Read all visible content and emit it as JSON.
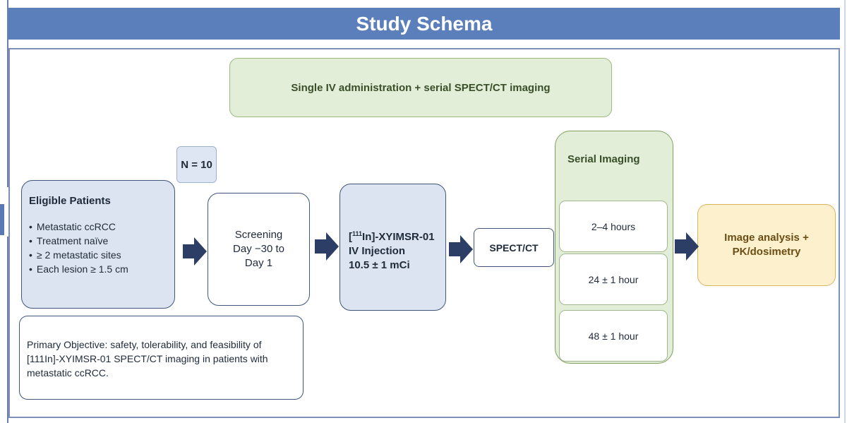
{
  "header": {
    "title": "Study Schema"
  },
  "banner": {
    "text": "Single IV administration + serial SPECT/CT imaging"
  },
  "n_label": "N = 10",
  "eligible": {
    "title": "Eligible Patients",
    "items": [
      "Metastatic ccRCC",
      "Treatment naïve",
      "≥ 2 metastatic sites",
      "Each lesion ≥ 1.5 cm"
    ]
  },
  "screening": {
    "text": "Screening\nDay −30 to\nDay 1"
  },
  "injection": {
    "sup": "111",
    "line1_rest": "In]-XYIMSR-01",
    "line2": "IV Injection",
    "line3": "10.5 ± 1 mCi"
  },
  "spect": "SPECT/CT",
  "serial": {
    "title": "Serial Imaging",
    "timepoints": [
      "2–4 hours",
      "24 ± 1 hour",
      "48 ± 1 hour"
    ]
  },
  "analysis": "Image analysis +\nPK/dosimetry",
  "objective": "Primary Objective: safety, tolerability, and feasibility of [111In]-XYIMSR-01 SPECT/CT imaging in patients with metastatic ccRCC.",
  "colors": {
    "header": "#5b7fba",
    "arrow": "#2c3e66",
    "blue_box": "#dbe4f0",
    "green_box": "#e3eed8",
    "yellow_box": "#fdf0cc"
  }
}
